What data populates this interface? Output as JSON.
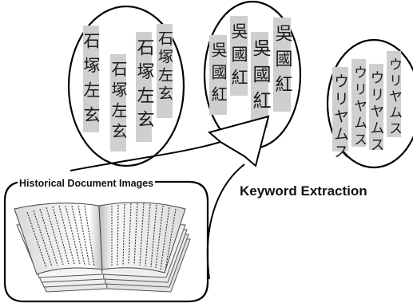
{
  "diagram": {
    "source_label": "Historical Document Images",
    "output_label": "Keyword Extraction",
    "keyword_groups": [
      {
        "name": "group-1",
        "words": [
          "石塚左玄",
          "石塚左玄",
          "石塚左玄",
          "石塚左玄"
        ]
      },
      {
        "name": "group-2",
        "words": [
          "吳國紅",
          "吳國紅",
          "吳國紅",
          "吳國紅"
        ]
      },
      {
        "name": "group-3",
        "words": [
          "ウリヤムス",
          "ウリヤムス",
          "ウリヤムス",
          "ウリヤムス"
        ]
      }
    ]
  }
}
